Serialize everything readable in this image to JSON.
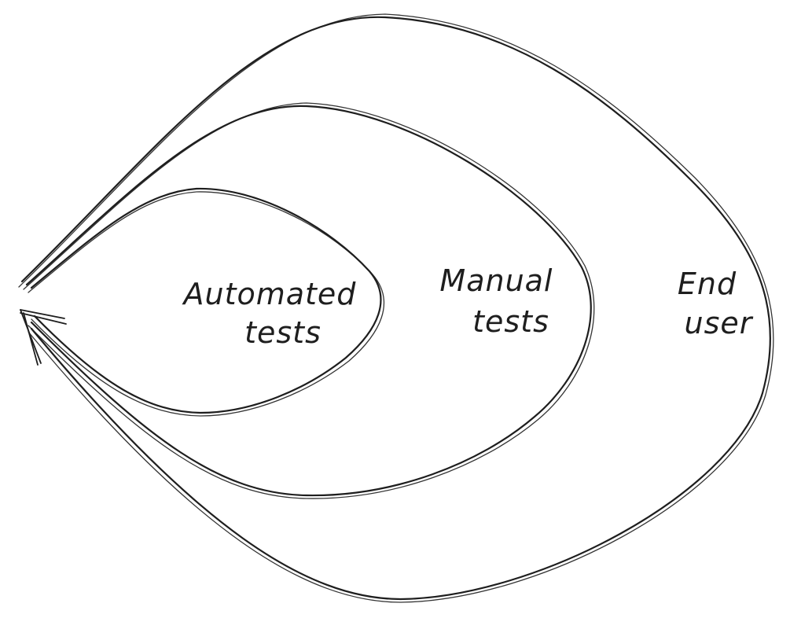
{
  "loops": [
    {
      "name": "inner-loop",
      "lines": [
        "Automated",
        "tests"
      ]
    },
    {
      "name": "middle-loop",
      "lines": [
        "Manual",
        "tests"
      ]
    },
    {
      "name": "outer-loop",
      "lines": [
        "End",
        "user"
      ]
    }
  ],
  "stroke_color": "#1e1e1e",
  "background_color": "#ffffff"
}
